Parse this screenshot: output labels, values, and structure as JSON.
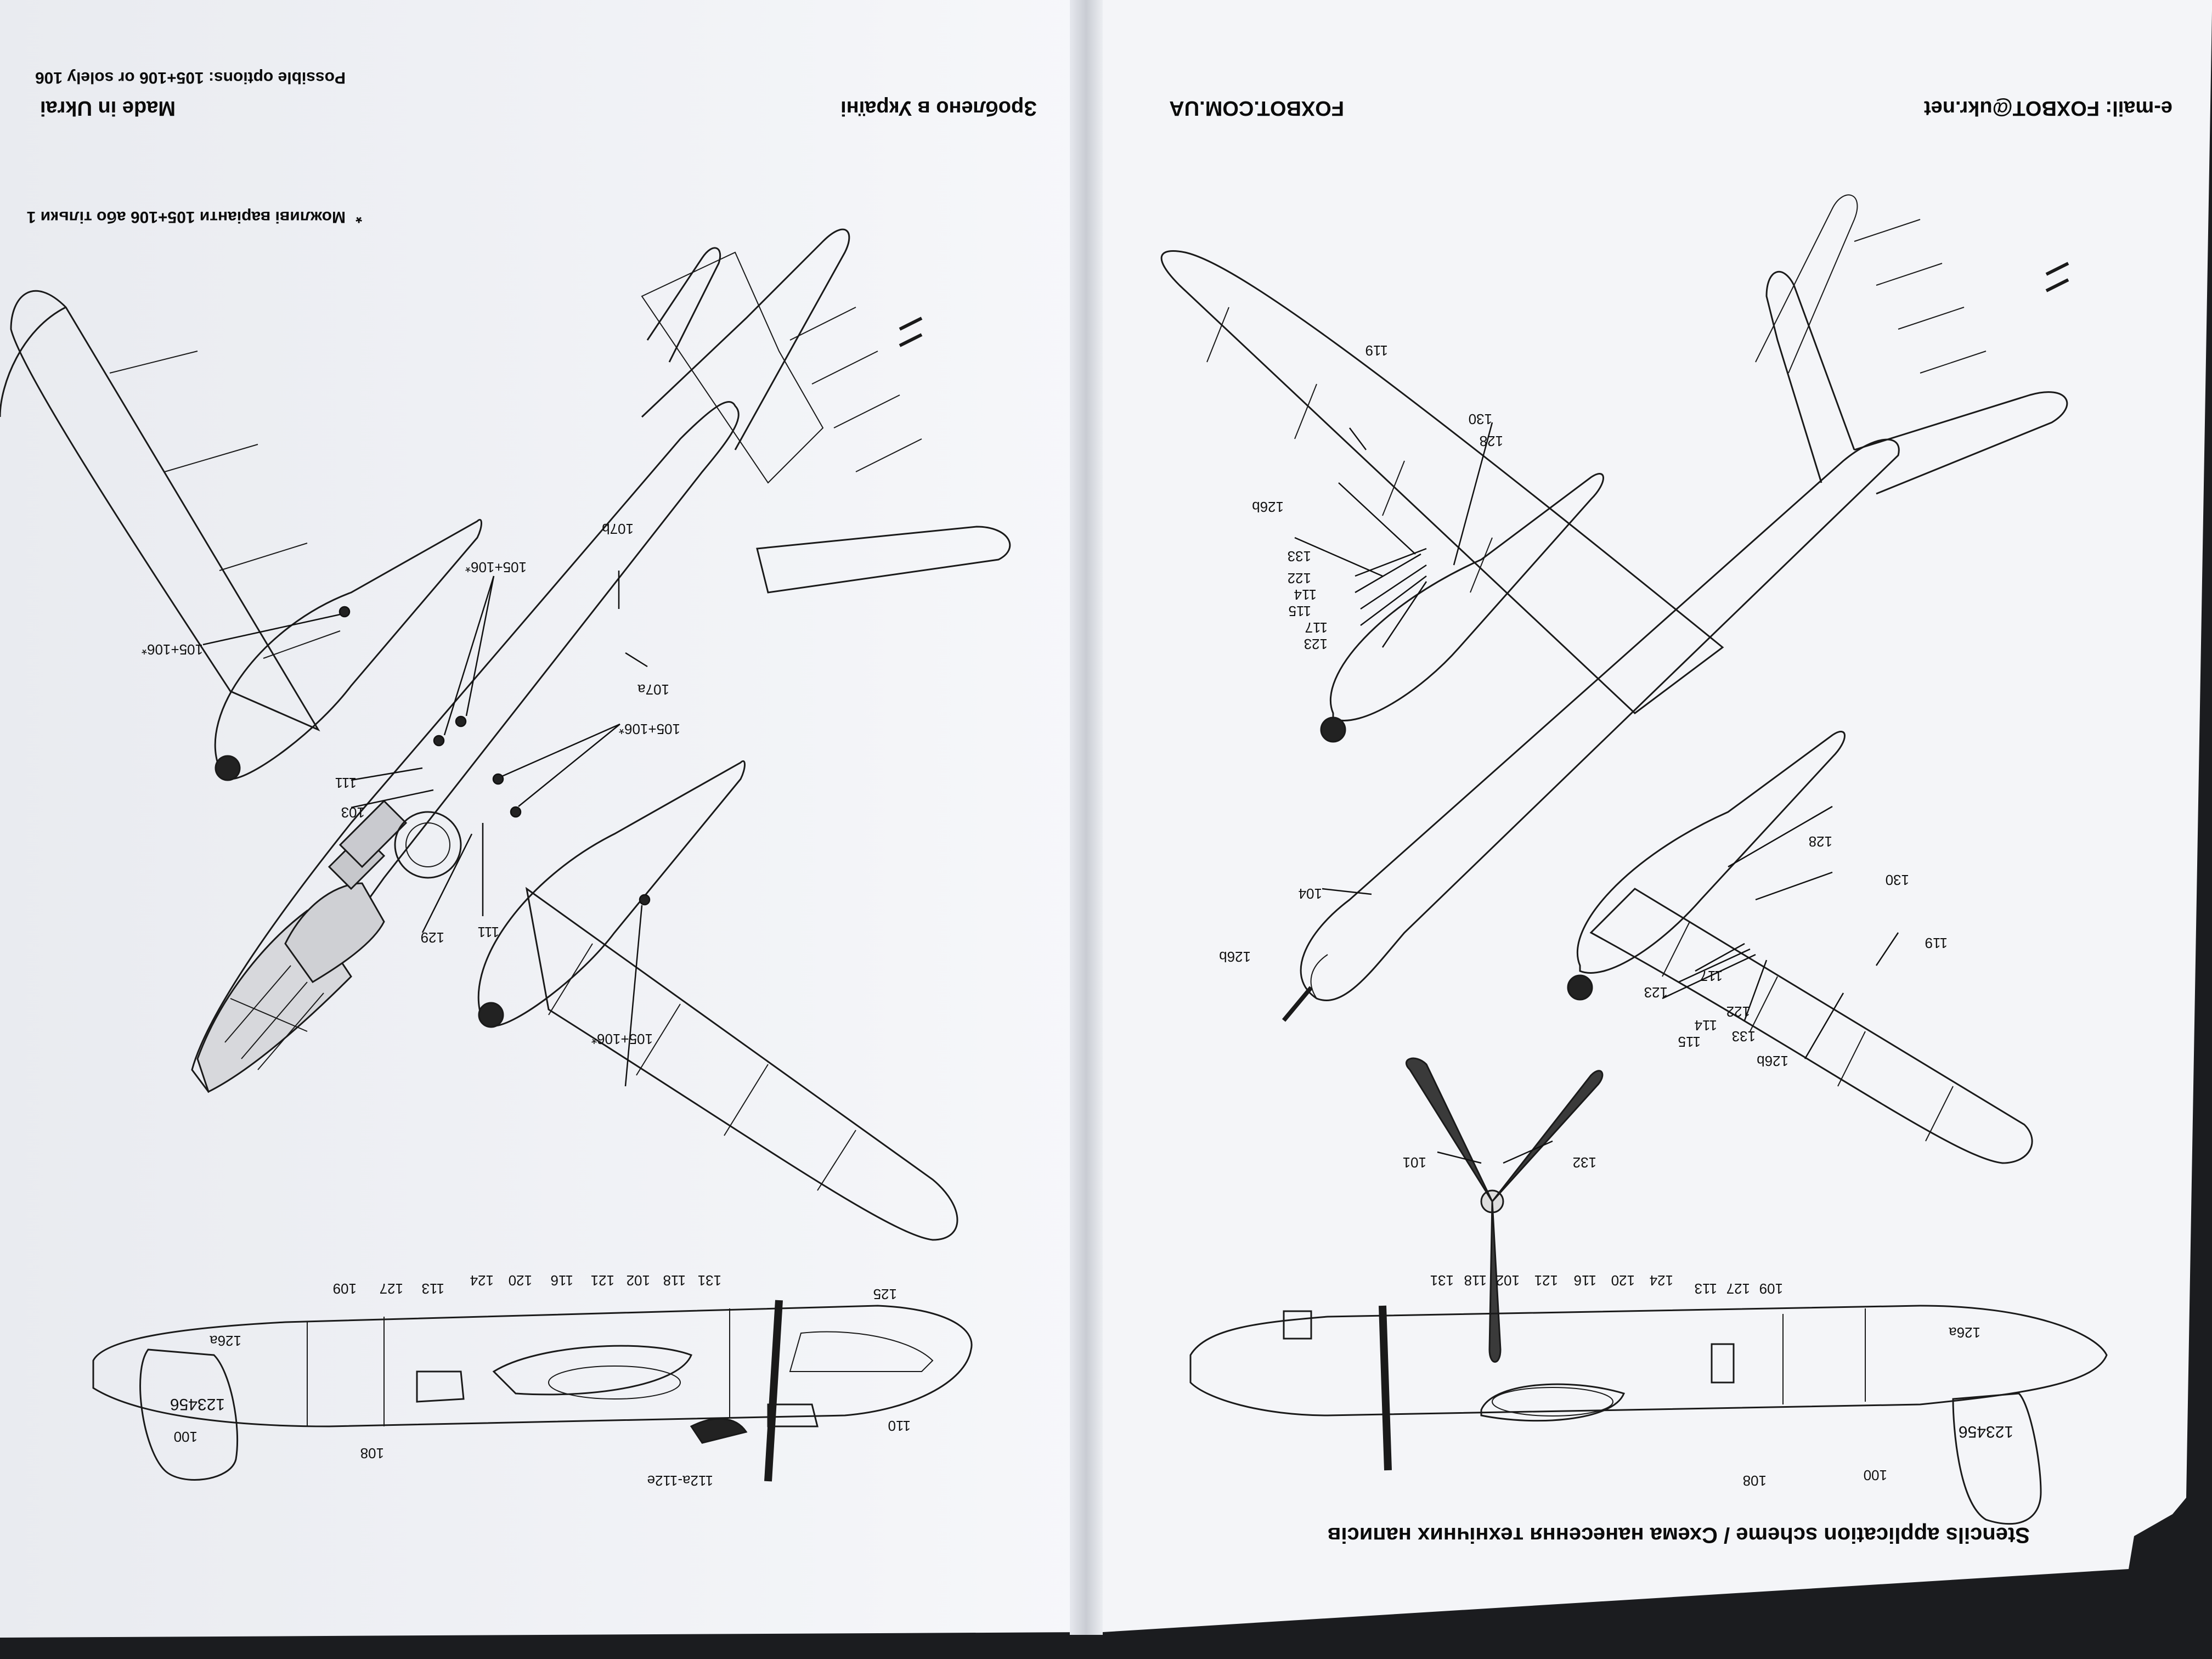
{
  "left_page": {
    "made_in_ua": "Зроблено в Україні",
    "made_in_en": "Made in Ukrai",
    "note_ua": "Можливі варіанти 105+106 або тільки 1",
    "note_en": "Possible options: 105+106 or solely 106",
    "note_star": "*",
    "labels": {
      "l105a": "105+106*",
      "l105b": "105+106*",
      "l105c": "105+106*",
      "l105d": "105+106*",
      "l107b": "107b",
      "l107a": "107a",
      "l111a": "111",
      "l111b": "111",
      "l103": "103",
      "l129": "129",
      "s109": "109",
      "s127": "127",
      "s113": "113",
      "s124": "124",
      "s120": "120",
      "s116": "116",
      "s121": "121",
      "s102": "102",
      "s118": "118",
      "s131": "131",
      "s125": "125",
      "s126a": "126a",
      "s100": "100",
      "s108": "108",
      "s110": "110",
      "s112": "112a-112e",
      "reg": "123456"
    }
  },
  "right_page": {
    "website": "FOXBOT.COM.UA",
    "email": "e-mail: FOXBOT@ukr.net",
    "title": "Stencils application scheme / Схема нанесення технічних написів",
    "labels": {
      "r119a": "119",
      "r130a": "130",
      "r128a": "128",
      "r126ba": "126b",
      "r133a": "133",
      "r122a": "122",
      "r114a": "114",
      "r115a": "115",
      "r117a": "117",
      "r123a": "123",
      "r104": "104",
      "r126bb": "126b",
      "r128b": "128",
      "r130b": "130",
      "r119b": "119",
      "r117b": "117",
      "r123b": "123",
      "r122b": "122",
      "r114b": "114",
      "r115b": "115",
      "r133b": "133",
      "r126bc": "126b",
      "r101": "101",
      "r132": "132",
      "s131": "131",
      "s118": "118",
      "s102": "102",
      "s121": "121",
      "s116": "116",
      "s120": "120",
      "s124": "124",
      "s113": "113",
      "s127": "127",
      "s109": "109",
      "s126a": "126a",
      "s100": "100",
      "s108": "108",
      "reg": "123456"
    }
  },
  "colors": {
    "background": "#1b1c1f",
    "paper": "#f4f5f8",
    "ink": "#111111"
  }
}
